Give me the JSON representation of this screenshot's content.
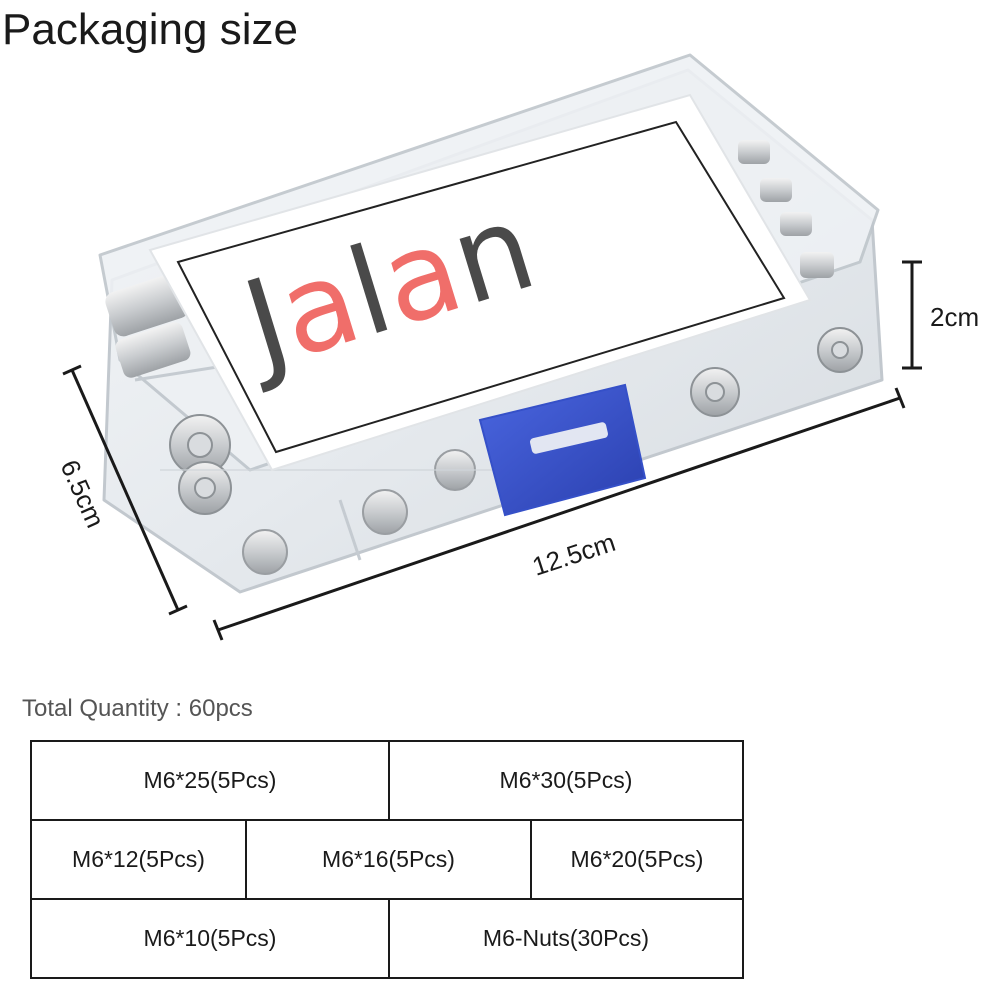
{
  "header": {
    "title": "Packaging size"
  },
  "product": {
    "brand_parts": [
      {
        "text": "J",
        "color": "#4a4a4a"
      },
      {
        "text": "a",
        "color": "#f06e6a"
      },
      {
        "text": "l",
        "color": "#4a4a4a"
      },
      {
        "text": "a",
        "color": "#f06e6a"
      },
      {
        "text": "n",
        "color": "#4a4a4a"
      }
    ],
    "latch_color": "#3550c8",
    "dimensions": {
      "height": "2cm",
      "width": "6.5cm",
      "length": "12.5cm"
    }
  },
  "summary": {
    "total_quantity": "Total Quantity : 60pcs"
  },
  "spec_table": {
    "rows": [
      [
        "M6*25(5Pcs)",
        "M6*30(5Pcs)"
      ],
      [
        "M6*12(5Pcs)",
        "M6*16(5Pcs)",
        "M6*20(5Pcs)"
      ],
      [
        "M6*10(5Pcs)",
        "M6-Nuts(30Pcs)"
      ]
    ]
  }
}
